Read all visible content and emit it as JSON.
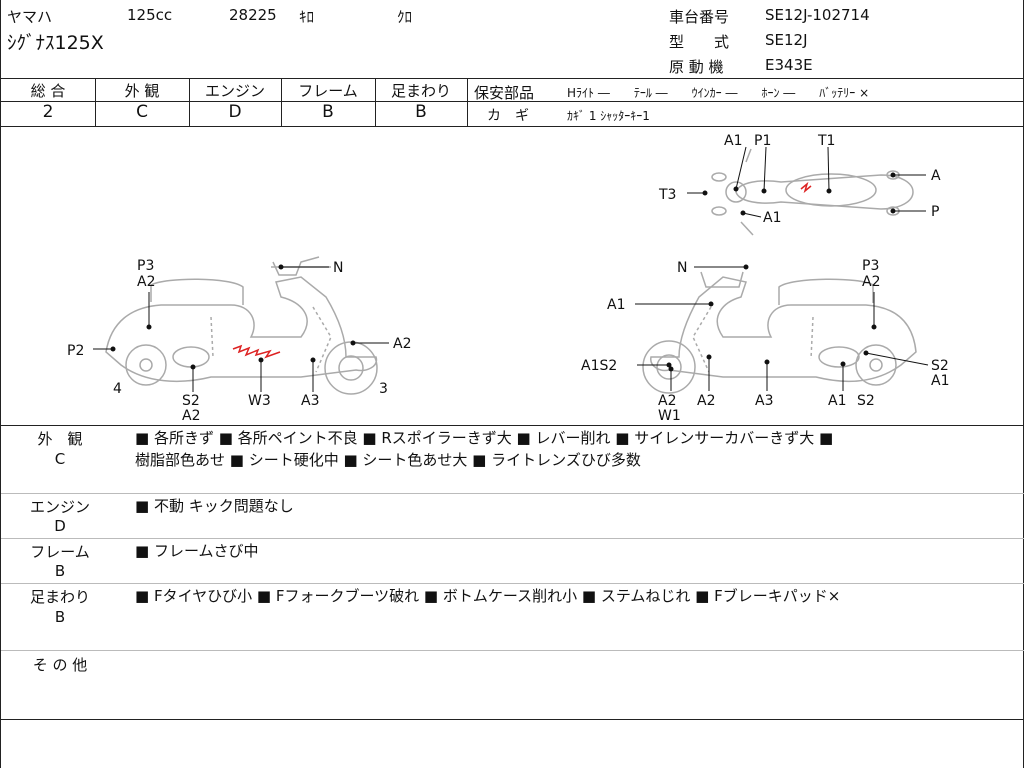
{
  "header": {
    "maker": "ヤマハ",
    "displacement": "125cc",
    "mileage": "28225",
    "mileage_unit": "ｷﾛ",
    "color": "ｸﾛ",
    "model_name": "ｼｸﾞﾅｽ125X",
    "frame_no_label": "車台番号",
    "frame_no": "SE12J-102714",
    "type_label": "型　　式",
    "type_value": "SE12J",
    "engine_label": "原 動 機",
    "engine_value": "E343E"
  },
  "grades": {
    "headers": [
      "総 合",
      "外 観",
      "エンジン",
      "フレーム",
      "足まわり"
    ],
    "values": [
      "2",
      "C",
      "D",
      "B",
      "B"
    ]
  },
  "safety": {
    "label": "保安部品",
    "items": "Hﾗｲﾄ ―　　ﾃｰﾙ ―　　ｳｲﾝｶｰ ―　　ﾎｰﾝ ―　　ﾊﾞｯﾃﾘｰ ×",
    "key_label": "カ　ギ",
    "key_value": "ｶｷﾞ 1  ｼｬｯﾀｰｷｰ1"
  },
  "diagram": {
    "top_labels": [
      "A1",
      "P1",
      "T1",
      "T3",
      "A1",
      "A",
      "P"
    ],
    "left_labels": [
      "P3",
      "A2",
      "N",
      "P2",
      "A2",
      "4",
      "3",
      "S2",
      "A2",
      "W3",
      "A3"
    ],
    "right_labels": [
      "N",
      "P3",
      "A2",
      "A1",
      "A1S2",
      "A2",
      "W1",
      "A2",
      "A3",
      "A1",
      "S2",
      "S2",
      "A1"
    ]
  },
  "sections": [
    {
      "title": "外　観",
      "grade": "C",
      "lines": [
        "■ 各所きず ■ 各所ペイント不良 ■ Rスポイラーきず大 ■ レバー削れ ■ サイレンサーカバーきず大 ■",
        "樹脂部色あせ ■ シート硬化中 ■ シート色あせ大 ■ ライトレンズひび多数"
      ]
    },
    {
      "title": "エンジン",
      "grade": "D",
      "lines": [
        "■ 不動 キック問題なし"
      ]
    },
    {
      "title": "フレーム",
      "grade": "B",
      "lines": [
        "■ フレームさび中"
      ]
    },
    {
      "title": "足まわり",
      "grade": "B",
      "lines": [
        "■ Fタイヤひび小 ■ Fフォークブーツ破れ ■ ボトムケース削れ小 ■ ステムねじれ ■ Fブレーキパッド×"
      ]
    },
    {
      "title": "そ の 他",
      "grade": "",
      "lines": []
    }
  ]
}
